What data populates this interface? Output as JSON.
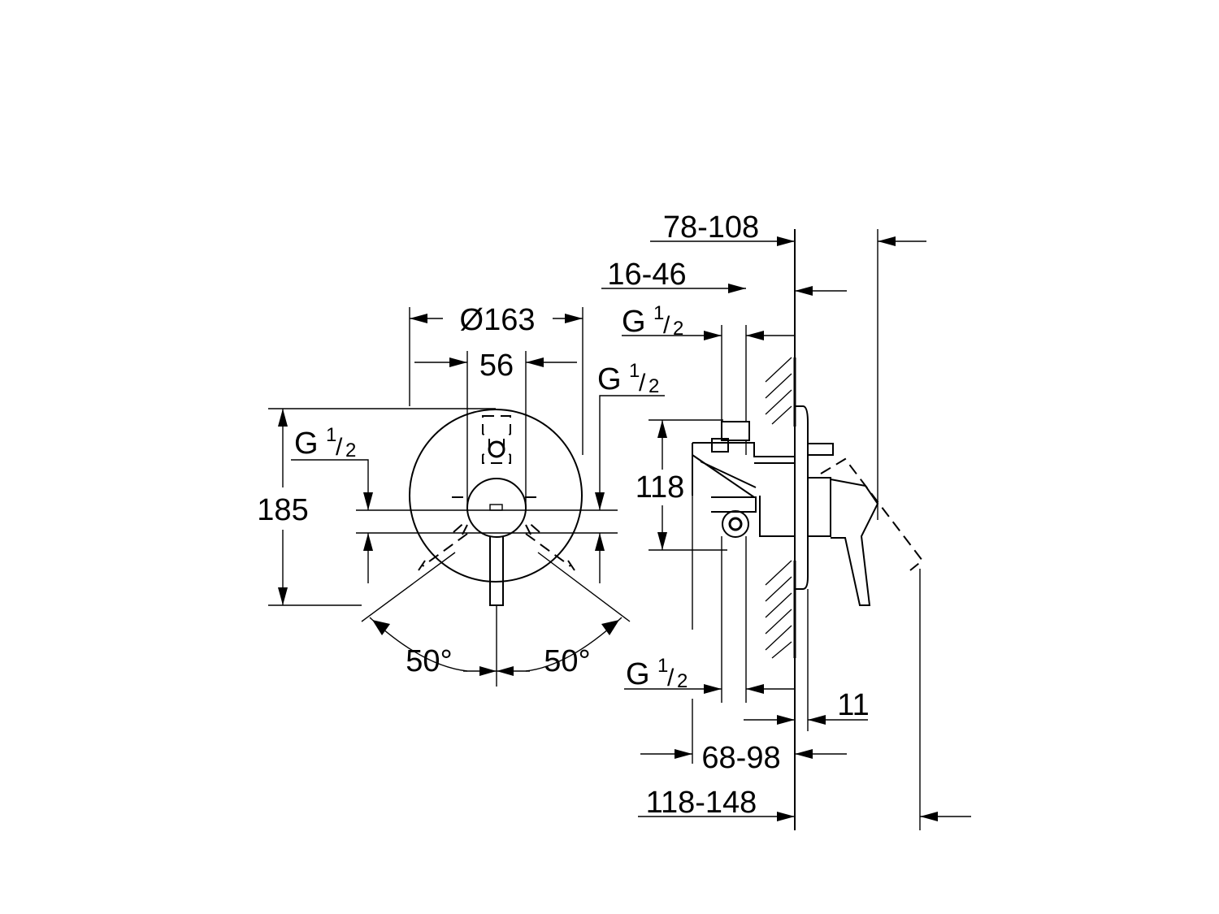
{
  "front_view": {
    "diameter_label": "Ø163",
    "width_56": "56",
    "height_185": "185",
    "thread_left": {
      "g": "G",
      "num": "1",
      "den": "2"
    },
    "thread_right": {
      "g": "G",
      "num": "1",
      "den": "2"
    },
    "angle_left": "50°",
    "angle_right": "50°"
  },
  "side_view": {
    "dim_78_108": "78-108",
    "dim_16_46": "16-46",
    "dim_118": "118",
    "dim_11": "11",
    "dim_68_98": "68-98",
    "dim_118_148": "118-148",
    "thread_top": {
      "g": "G",
      "num": "1",
      "den": "2"
    },
    "thread_bottom": {
      "g": "G",
      "num": "1",
      "den": "2"
    }
  }
}
